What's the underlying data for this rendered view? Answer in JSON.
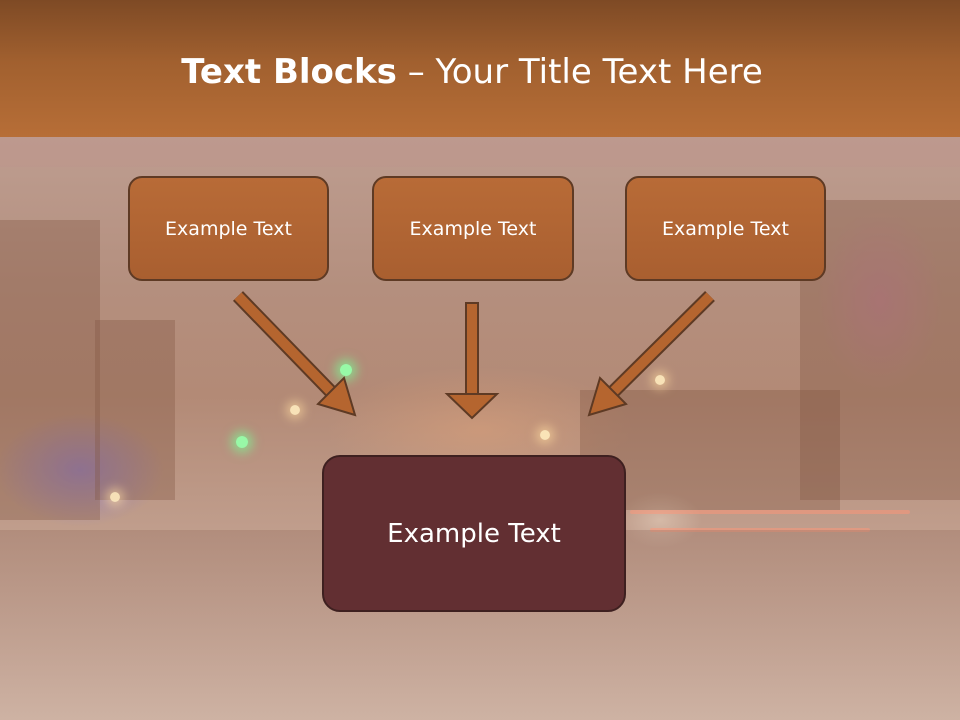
{
  "title": {
    "bold_part": "Text Blocks",
    "rest": " – Your Title Text Here"
  },
  "boxes": {
    "top": [
      "Example Text",
      "Example Text",
      "Example Text"
    ],
    "bottom": "Example Text"
  },
  "colors": {
    "title_band": "#b76e37",
    "box_fill": "#a95f30",
    "box_border": "#5e3a24",
    "main_box_fill": "#622f32",
    "arrow_fill": "#b5652f"
  },
  "icons": [
    "arrow-down-right",
    "arrow-down",
    "arrow-down-left"
  ]
}
